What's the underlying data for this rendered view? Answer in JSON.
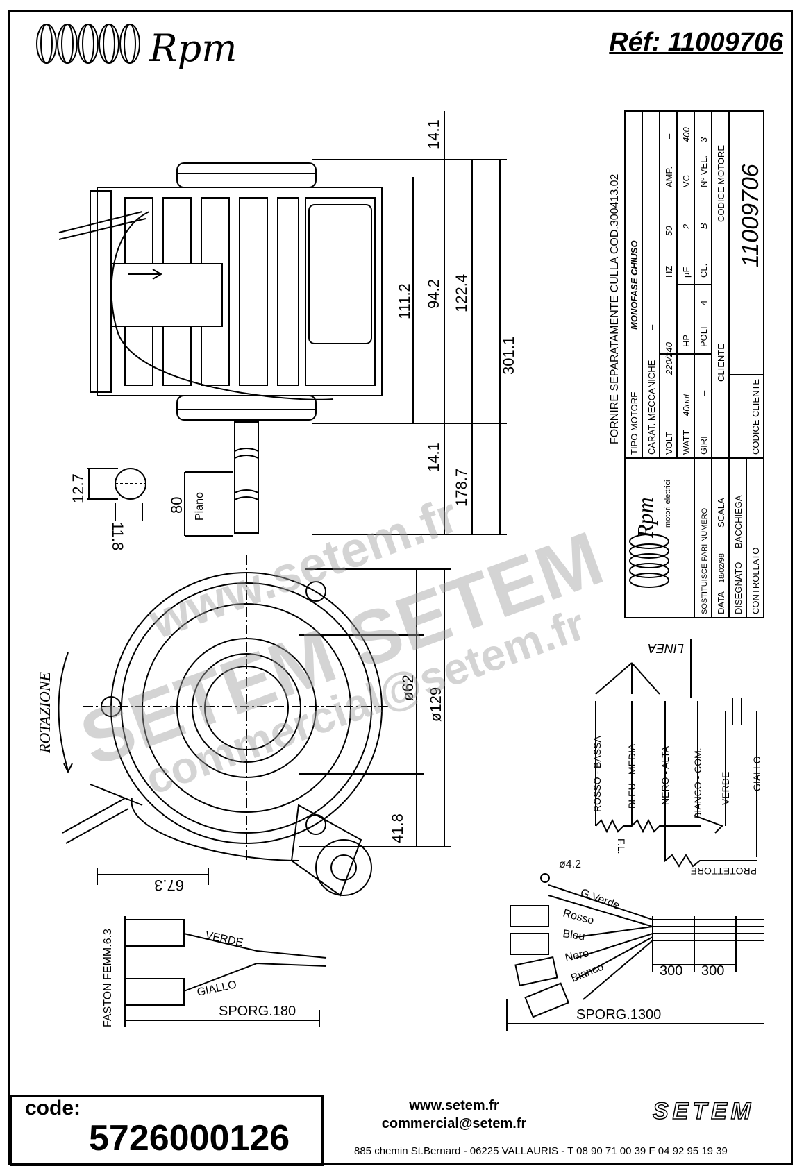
{
  "header": {
    "brand": "Rpm",
    "reference": "Réf: 11009706"
  },
  "dimensions": {
    "d14_1_top": "14.1",
    "d111_2": "111.2",
    "d94_2": "94.2",
    "d122_4": "122.4",
    "d301_1": "301.1",
    "d14_1_bottom": "14.1",
    "d178_7": "178.7",
    "d12_7": "12.7",
    "d11_8": "11.8",
    "d80": "80",
    "piano": "Piano",
    "d62": "ø62",
    "d129": "ø129",
    "d41_8": "41.8",
    "d67_3": "67.3",
    "rotazione": "ROTAZIONE"
  },
  "title_block": {
    "note": "FORNIRE SEPARATAMENTE CULLA COD.300413.02",
    "tipo_motore_label": "TIPO MOTORE",
    "tipo_motore_value": "MONOFASE CHIUSO",
    "carat_label": "CARAT. MECCANICHE",
    "carat_value": "–",
    "volt_label": "VOLT",
    "volt_value": "220/240",
    "hz_label": "HZ",
    "hz_value": "50",
    "amp_label": "AMP.",
    "amp_value": "–",
    "watt_label": "WATT",
    "watt_value": "40out",
    "hp_label": "HP",
    "hp_value": "–",
    "uf_label": "µF",
    "uf_value": "2",
    "vc_label": "VC",
    "vc_value": "400",
    "giri_label": "GIRI",
    "giri_value": "–",
    "poli_label": "POLI",
    "poli_value": "4",
    "cl_label": "CL.",
    "cl_value": "B",
    "vel_label": "Nº VEL.",
    "vel_value": "3",
    "cliente_label": "CLIENTE",
    "codice_motore_label": "CODICE MOTORE",
    "codice_motore_value": "11009706",
    "codice_cliente_label": "CODICE CLIENTE",
    "logo_text": "Rpm",
    "logo_sub": "motori elettrici",
    "sostituisce_label": "SOSTITUISCE PARI NUMERO",
    "data_label": "DATA",
    "data_value": "18/02/98",
    "scala_label": "SCALA",
    "disegnato_label": "DISEGNATO",
    "disegnato_value": "BACCHIEGA",
    "controllato_label": "CONTROLLATO"
  },
  "wiring": {
    "linea": "LINEA",
    "rosso_bassa": "ROSSO - BASSA",
    "bleu_media": "BLEU - MEDIA",
    "nero_alta": "NERO - ALTA",
    "bianco_com": "BIANCO - COM.",
    "verde": "VERDE",
    "giallo": "GIALLO",
    "fl": "F.L.",
    "protettore": "PROTETTORE"
  },
  "cables": {
    "d4_2": "ø4.2",
    "g_verde": "G.Verde",
    "rosso": "Rosso",
    "bleu": "Bleu",
    "nero": "Nero",
    "bianco": "Bianco",
    "seg1": "300",
    "seg2": "300",
    "sporg_1300": "SPORG.1300",
    "faston": "FASTON FEMM.6.3",
    "verde": "VERDE",
    "giallo": "GIALLO",
    "sporg_180": "SPORG.180"
  },
  "footer": {
    "code_label": "code:",
    "code_value": "5726000126",
    "website": "www.setem.fr",
    "email": "commercial@setem.fr",
    "address": "885 chemin St.Bernard  -  06225 VALLAURIS  -  T 08 90 71 00 39   F 04 92 95 19 39",
    "setem_logo": "SETEM"
  },
  "watermarks": {
    "w1": "www.setem.fr",
    "w2": "SETEM SETEM",
    "w3": "commercial@setem.fr"
  }
}
